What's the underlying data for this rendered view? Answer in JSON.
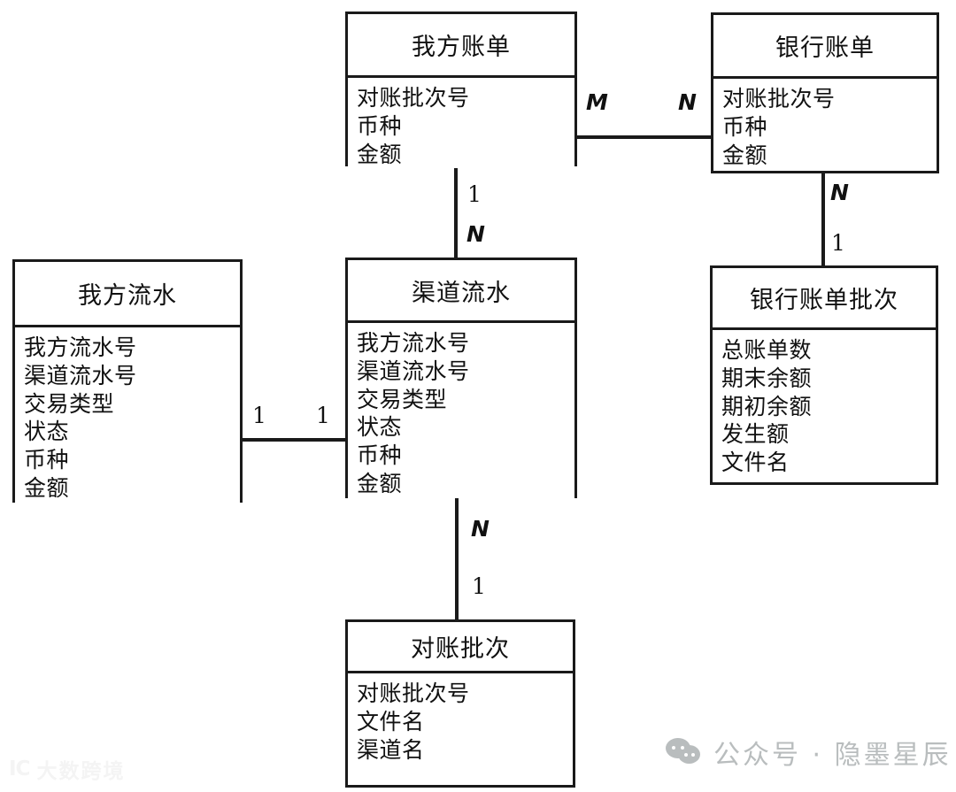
{
  "diagram": {
    "type": "entity-relationship",
    "entities": [
      {
        "id": "our-bill",
        "title": "我方账单",
        "attributes": [
          "对账批次号",
          "币种",
          "金额"
        ]
      },
      {
        "id": "bank-bill",
        "title": "银行账单",
        "attributes": [
          "对账批次号",
          "币种",
          "金额"
        ]
      },
      {
        "id": "our-flow",
        "title": "我方流水",
        "attributes": [
          "我方流水号",
          "渠道流水号",
          "交易类型",
          "状态",
          "币种",
          "金额"
        ]
      },
      {
        "id": "channel-flow",
        "title": "渠道流水",
        "attributes": [
          "我方流水号",
          "渠道流水号",
          "交易类型",
          "状态",
          "币种",
          "金额"
        ]
      },
      {
        "id": "bank-bill-batch",
        "title": "银行账单批次",
        "attributes": [
          "总账单数",
          "期末余额",
          "期初余额",
          "发生额",
          "文件名"
        ]
      },
      {
        "id": "recon-batch",
        "title": "对账批次",
        "attributes": [
          "对账批次号",
          "文件名",
          "渠道名"
        ]
      }
    ],
    "relationships": [
      {
        "id": "our-bill--bank-bill",
        "from": "our-bill",
        "to": "bank-bill",
        "from_card": "M",
        "to_card": "N"
      },
      {
        "id": "our-bill--channel-flow",
        "from": "our-bill",
        "to": "channel-flow",
        "from_card": "1",
        "to_card": "N"
      },
      {
        "id": "bank-bill--bank-batch",
        "from": "bank-bill",
        "to": "bank-bill-batch",
        "from_card": "N",
        "to_card": "1"
      },
      {
        "id": "our-flow--channel-flow",
        "from": "our-flow",
        "to": "channel-flow",
        "from_card": "1",
        "to_card": "1"
      },
      {
        "id": "channel-flow--recon-batch",
        "from": "channel-flow",
        "to": "recon-batch",
        "from_card": "N",
        "to_card": "1"
      }
    ],
    "colors": {
      "stroke": "#1a1a1a",
      "text": "#111111",
      "background": "#ffffff",
      "watermark": "#b9bdbe"
    }
  },
  "watermarks": {
    "wechat": "公众号 · 隐墨星辰",
    "brand": "大数跨境",
    "brand_mark": "IC"
  }
}
